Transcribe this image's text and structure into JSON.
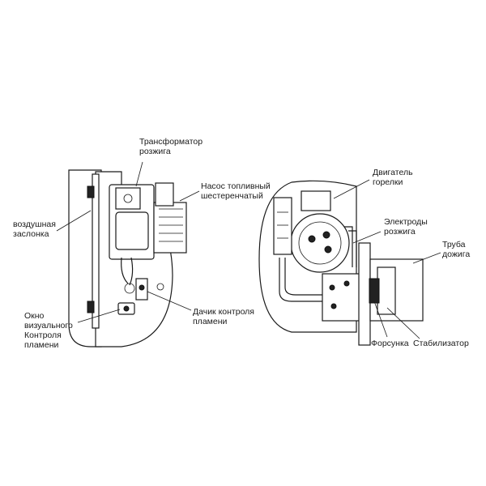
{
  "labels": {
    "ignition_transformer": "Трансформатор\nрозжига",
    "fuel_pump": "Насос топливный\nшестеренчатый",
    "air_damper": "воздушная\nзаслонка",
    "sight_window": "Окно\nвизуального\nКонтроля\nпламени",
    "flame_sensor": "Дачик контроля\nпламени",
    "burner_motor": "Двигатель\nгорелки",
    "ignition_electrodes": "Электроды\nрозжига",
    "blast_tube": "Труба\nдожига",
    "nozzle": "Форсунка",
    "stabilizer": "Стабилизатор"
  }
}
